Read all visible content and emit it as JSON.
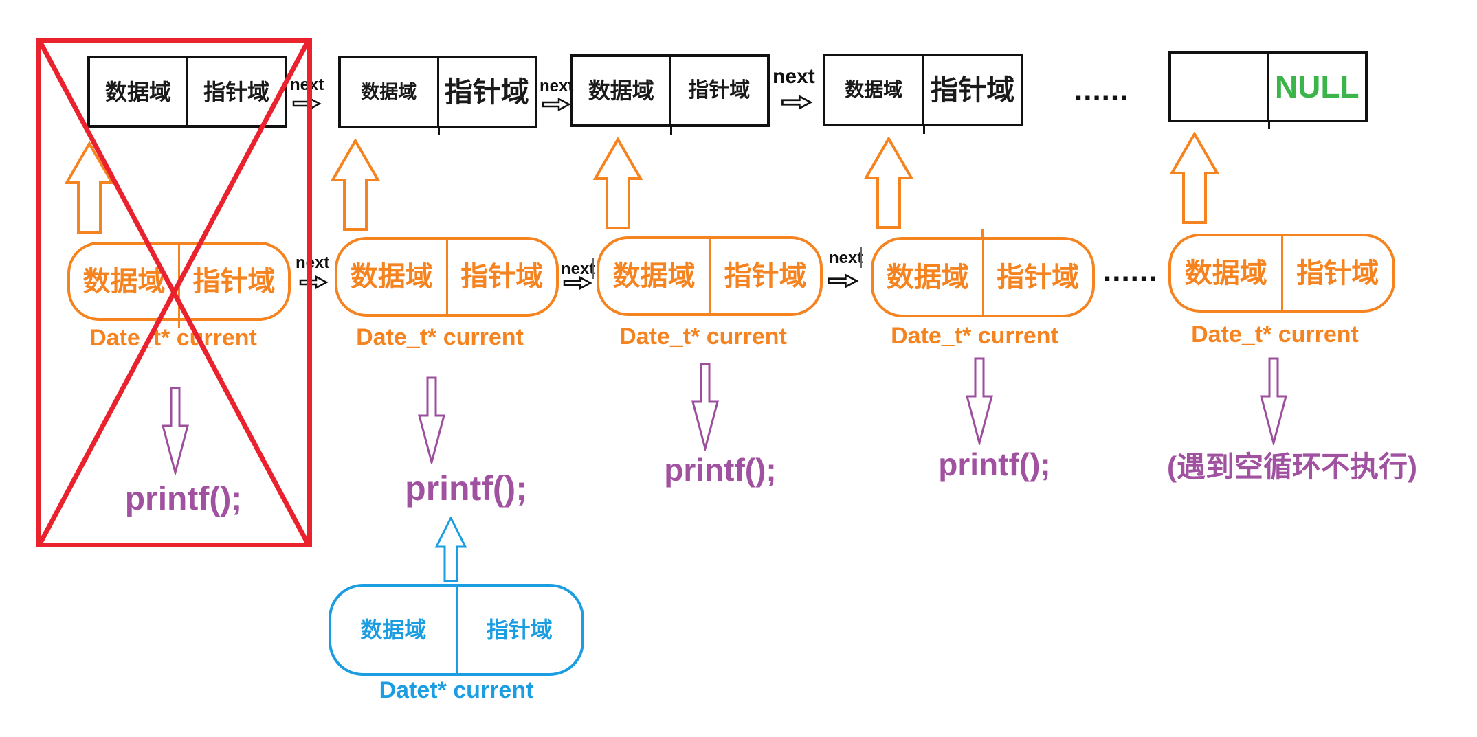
{
  "diagram_title": "linked-list traversal with current pointer",
  "colors": {
    "orange": "#F5831F",
    "purple": "#A0519F",
    "red": "#E9222E",
    "green": "#3BB54A",
    "blue": "#1B9DE2",
    "black": "#1A1A1A"
  },
  "top_row": {
    "next_label": "next",
    "dots": "......",
    "nodes": [
      {
        "data": "数据域",
        "pointer": "指针域"
      },
      {
        "data": "数据域",
        "pointer": "指针域"
      },
      {
        "data": "数据域",
        "pointer": "指针域"
      },
      {
        "data": "数据域",
        "pointer": "指针域"
      },
      {
        "data": "",
        "pointer": "NULL"
      }
    ]
  },
  "mid_row": {
    "next_label": "next",
    "dots": "......",
    "pointer_label": "Date_t* current",
    "nodes": [
      {
        "data": "数据域",
        "pointer": "指针域"
      },
      {
        "data": "数据域",
        "pointer": "指针域"
      },
      {
        "data": "数据域",
        "pointer": "指针域"
      },
      {
        "data": "数据域",
        "pointer": "指针域"
      },
      {
        "data": "数据域",
        "pointer": "指针域"
      }
    ]
  },
  "actions": {
    "printf_label": "printf();",
    "empty_note": "(遇到空循环不执行)"
  },
  "bottom": {
    "node": {
      "data": "数据域",
      "pointer": "指针域"
    },
    "pointer_label": "Datet* current"
  }
}
